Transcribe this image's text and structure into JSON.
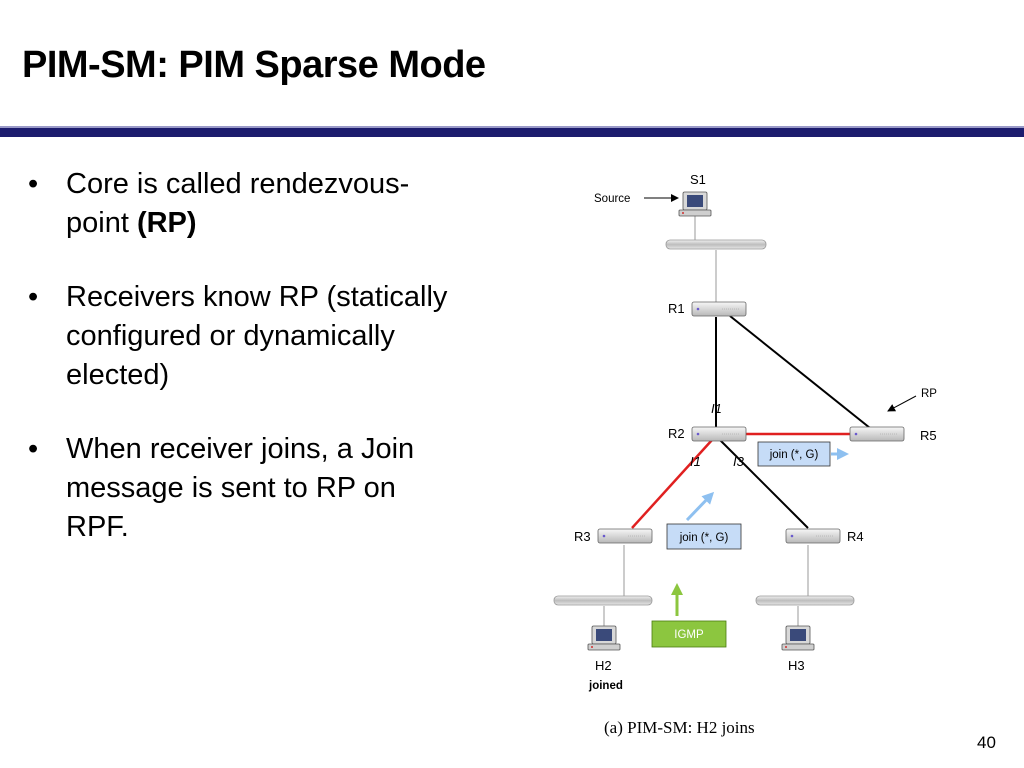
{
  "slide": {
    "title": "PIM-SM: PIM Sparse Mode",
    "page_number": "40"
  },
  "bullets": [
    {
      "text": "Core is called rendezvous-point ",
      "bold": "(RP)"
    },
    {
      "text": "Receivers know RP (statically configured or dynamically elected)",
      "bold": ""
    },
    {
      "text": "When receiver joins, a Join message is sent to RP on RPF.",
      "bold": ""
    }
  ],
  "diagram": {
    "source_label": "Source",
    "s1_label": "S1",
    "r1_label": "R1",
    "r2_label": "R2",
    "r3_label": "R3",
    "r4_label": "R4",
    "r5_label": "R5",
    "rp_label": "RP",
    "h2_label": "H2",
    "h3_label": "H3",
    "joined_label": "joined",
    "iface_r1_r2": "I1",
    "iface_r2_r3": "I1",
    "iface_r2_r4": "I3",
    "join_msg_upper": "join (*, G)",
    "join_msg_lower": "join (*, G)",
    "igmp_label": "IGMP",
    "caption": "(a) PIM-SM: H2 joins",
    "colors": {
      "join_path": "#e02020",
      "join_box_fill": "#c6dcf7",
      "join_arrow": "#8ec0f0",
      "igmp_fill": "#8cc63f",
      "title_rule": "#1c1c6e"
    }
  }
}
